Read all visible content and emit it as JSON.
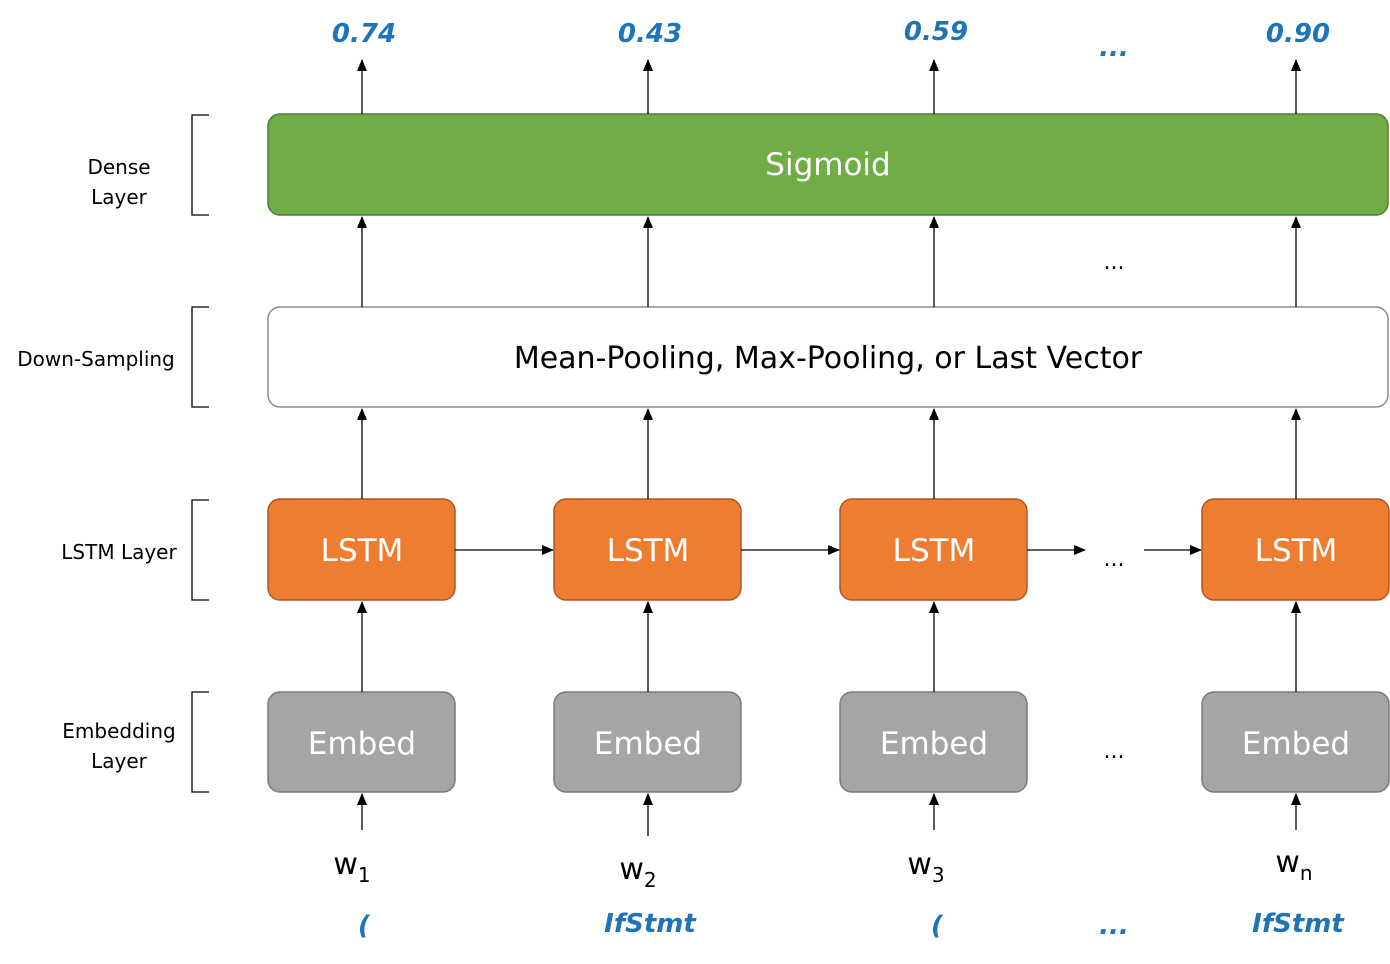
{
  "layers": {
    "dense_line1": "Dense",
    "dense_line2": "Layer",
    "downsampling": "Down-Sampling",
    "lstm": "LSTM Layer",
    "embedding_line1": "Embedding",
    "embedding_line2": "Layer"
  },
  "dense_box": {
    "label": "Sigmoid",
    "color": "#70ad47"
  },
  "pooling_box": {
    "label": "Mean-Pooling, Max-Pooling, or Last Vector"
  },
  "lstm_cells": [
    {
      "label": "LSTM"
    },
    {
      "label": "LSTM"
    },
    {
      "label": "LSTM"
    },
    {
      "label": "LSTM"
    }
  ],
  "lstm_color": "#ed7d31",
  "embed_cells": [
    {
      "label": "Embed"
    },
    {
      "label": "Embed"
    },
    {
      "label": "Embed"
    },
    {
      "label": "Embed"
    }
  ],
  "embed_color": "#a5a5a5",
  "outputs": [
    "0.74",
    "0.43",
    "0.59",
    "...",
    "0.90"
  ],
  "ellipsis": "...",
  "words": [
    {
      "base": "w",
      "sub": "1"
    },
    {
      "base": "w",
      "sub": "2"
    },
    {
      "base": "w",
      "sub": "3"
    },
    {
      "base": "w",
      "sub": "n"
    }
  ],
  "tokens": [
    "(",
    "IfStmt",
    "(",
    "...",
    "IfStmt"
  ],
  "accent_blue": "#1f73b7"
}
